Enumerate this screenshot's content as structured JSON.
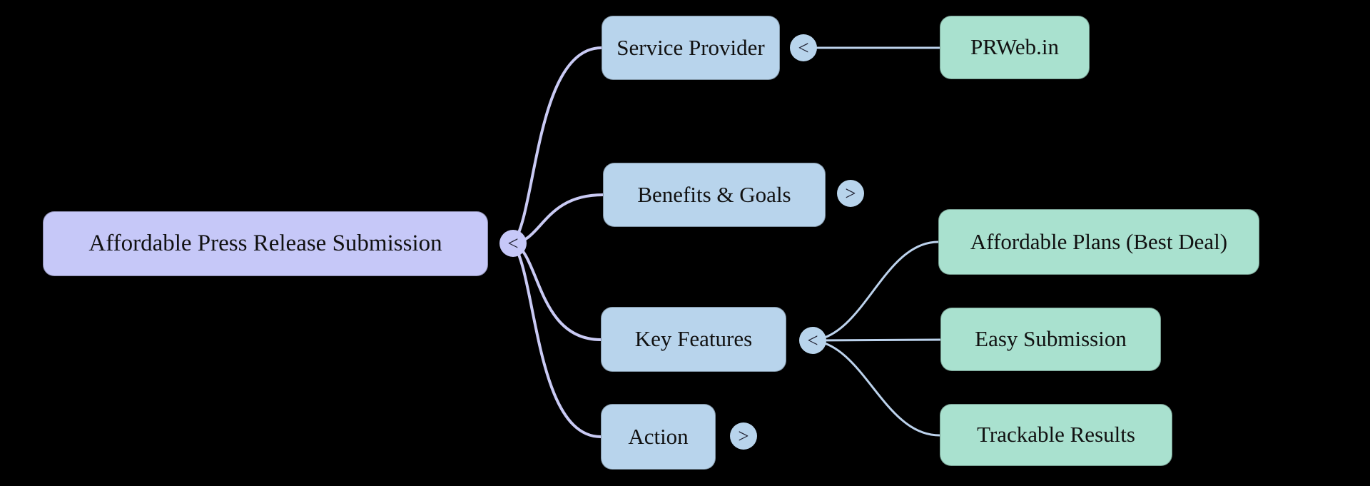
{
  "diagram": {
    "type": "mindmap",
    "root": {
      "label": "Affordable Press Release Submission",
      "toggle": "<"
    },
    "branches": [
      {
        "label": "Service Provider",
        "toggle": "<",
        "children": [
          {
            "label": "PRWeb.in"
          }
        ]
      },
      {
        "label": "Benefits & Goals",
        "toggle": ">",
        "children": []
      },
      {
        "label": "Key Features",
        "toggle": "<",
        "children": [
          {
            "label": "Affordable Plans (Best Deal)"
          },
          {
            "label": "Easy Submission"
          },
          {
            "label": "Trackable Results"
          }
        ]
      },
      {
        "label": "Action",
        "toggle": ">",
        "children": []
      }
    ],
    "colors": {
      "background": "#000000",
      "root_fill": "#c6c8f8",
      "branch_fill": "#b8d4ec",
      "leaf_fill": "#a9e1cf",
      "edge_root": "#c9caf4",
      "edge_branch": "#bcd2ec",
      "text": "#111111",
      "toggle_glyph": "#222233"
    }
  }
}
